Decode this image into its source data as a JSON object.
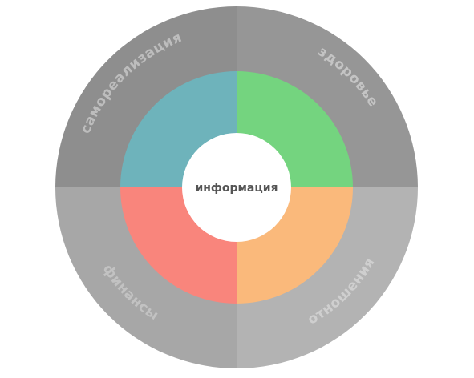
{
  "center": {
    "label": "информация",
    "color": "#ffffff"
  },
  "outer_ring": [
    {
      "id": "top-left",
      "label": "самореализация",
      "color": "#8e8e8e",
      "text_color": "#bdbdbd"
    },
    {
      "id": "top-right",
      "label": "здоровье",
      "color": "#969696",
      "text_color": "#c4c4c4"
    },
    {
      "id": "bottom-right",
      "label": "отношения",
      "color": "#b3b3b3",
      "text_color": "#cfcfcf"
    },
    {
      "id": "bottom-left",
      "label": "финансы",
      "color": "#a7a7a7",
      "text_color": "#c2c2c2"
    }
  ],
  "inner_ring": [
    {
      "id": "top-left",
      "color": "#6eb3bb"
    },
    {
      "id": "top-right",
      "color": "#74d47f"
    },
    {
      "id": "bottom-right",
      "color": "#fab97b"
    },
    {
      "id": "bottom-left",
      "color": "#f9857c"
    }
  ]
}
